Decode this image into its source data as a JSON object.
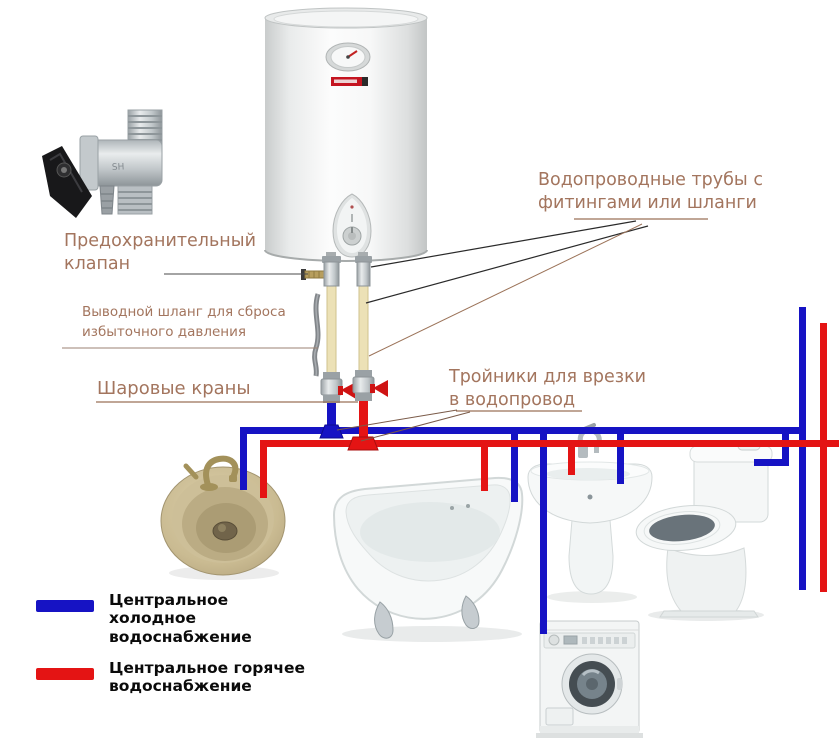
{
  "colors": {
    "cold_pipe": "#1613c4",
    "hot_pipe": "#e41414",
    "label_text": "#a3755e"
  },
  "labels": {
    "supply_pipes": "Водопроводные трубы с фитингами или шланги",
    "safety_valve": "Предохранительный клапан",
    "relief_hose": "Выводной шланг для сброса избыточного давления",
    "ball_valves": "Шаровые краны",
    "tees": "Тройники для врезки в водопровод"
  },
  "valve_marking": "SH",
  "legend": {
    "items": [
      {
        "name": "cold",
        "color": "#1613c4",
        "label": "Центральное холодное водоснабжение"
      },
      {
        "name": "hot",
        "color": "#e41414",
        "label": "Центральное горячее водоснабжение"
      }
    ]
  }
}
